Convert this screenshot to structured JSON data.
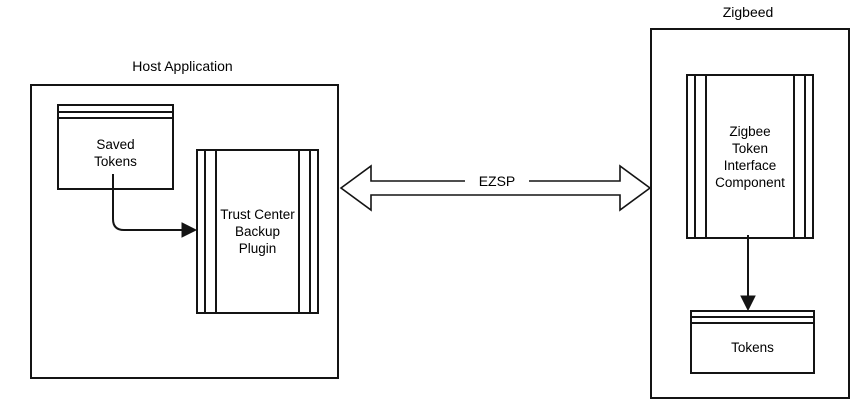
{
  "diagram": {
    "host": {
      "title": "Host Application",
      "saved_tokens": "Saved\nTokens",
      "plugin": "Trust Center\nBackup\nPlugin"
    },
    "link": {
      "label": "EZSP"
    },
    "zigbeed": {
      "title": "Zigbeed",
      "component": "Zigbee\nToken\nInterface\nComponent",
      "tokens": "Tokens"
    },
    "colors": {
      "stroke": "#141414",
      "fill": "#ffffff",
      "text": "#000000"
    }
  }
}
